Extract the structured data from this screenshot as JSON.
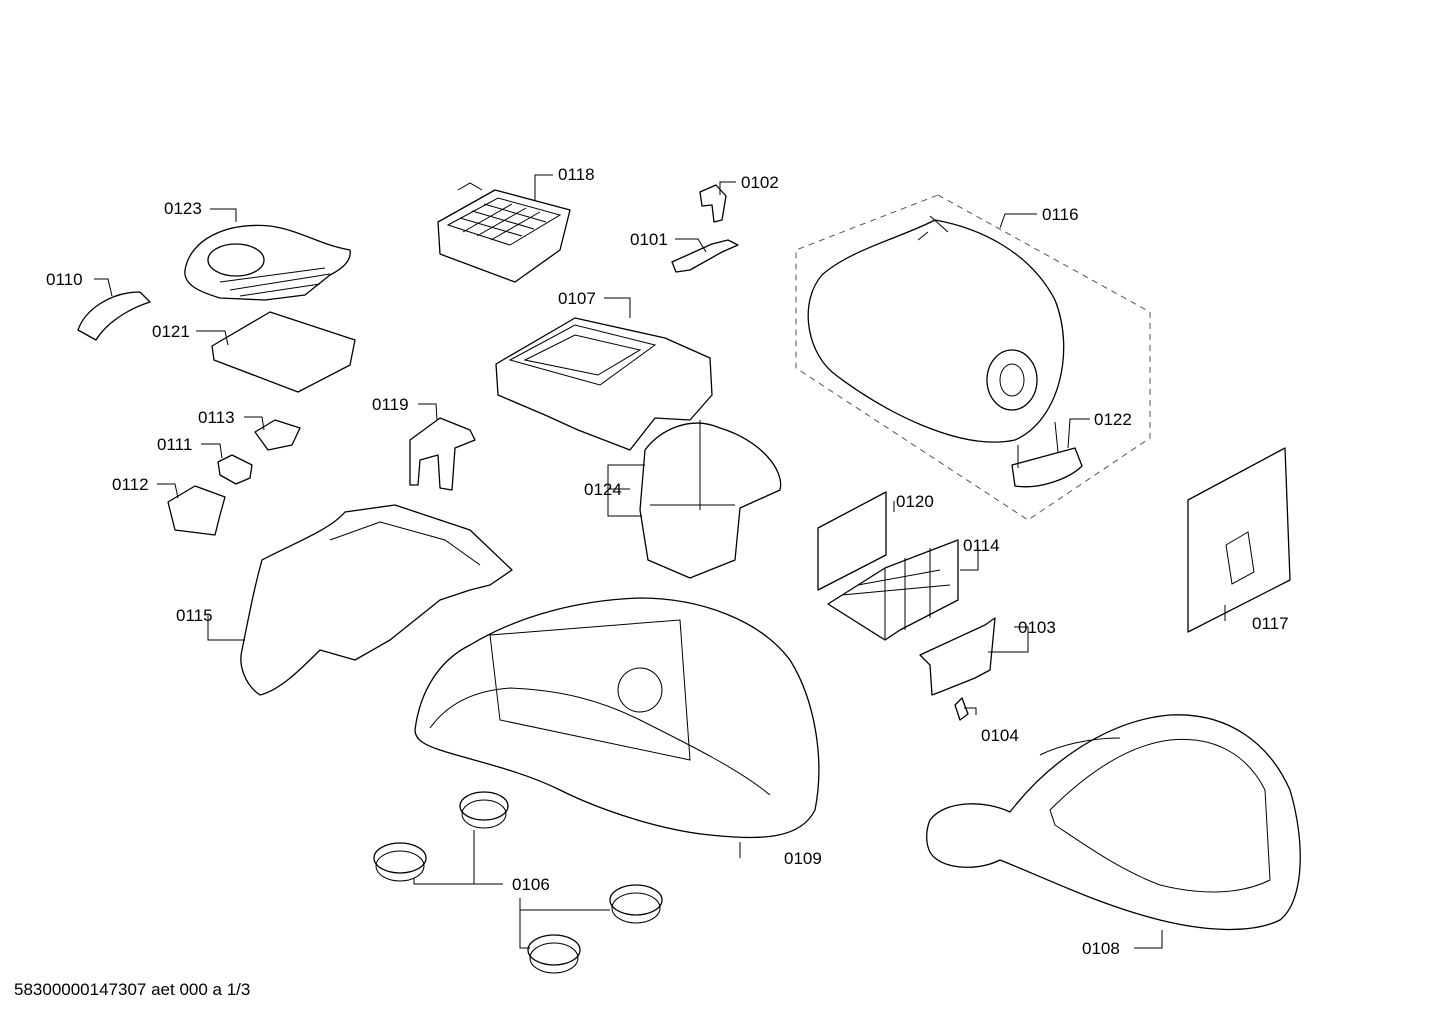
{
  "diagram": {
    "document_id": "58300000147307 aet 000 a 1/3",
    "parts": {
      "p0101": "0101",
      "p0102": "0102",
      "p0103": "0103",
      "p0104": "0104",
      "p0106": "0106",
      "p0107": "0107",
      "p0108": "0108",
      "p0109": "0109",
      "p0110": "0110",
      "p0111": "0111",
      "p0112": "0112",
      "p0113": "0113",
      "p0114": "0114",
      "p0115": "0115",
      "p0116": "0116",
      "p0117": "0117",
      "p0118": "0118",
      "p0119": "0119",
      "p0120": "0120",
      "p0121": "0121",
      "p0122": "0122",
      "p0123": "0123",
      "p0124": "0124"
    }
  }
}
